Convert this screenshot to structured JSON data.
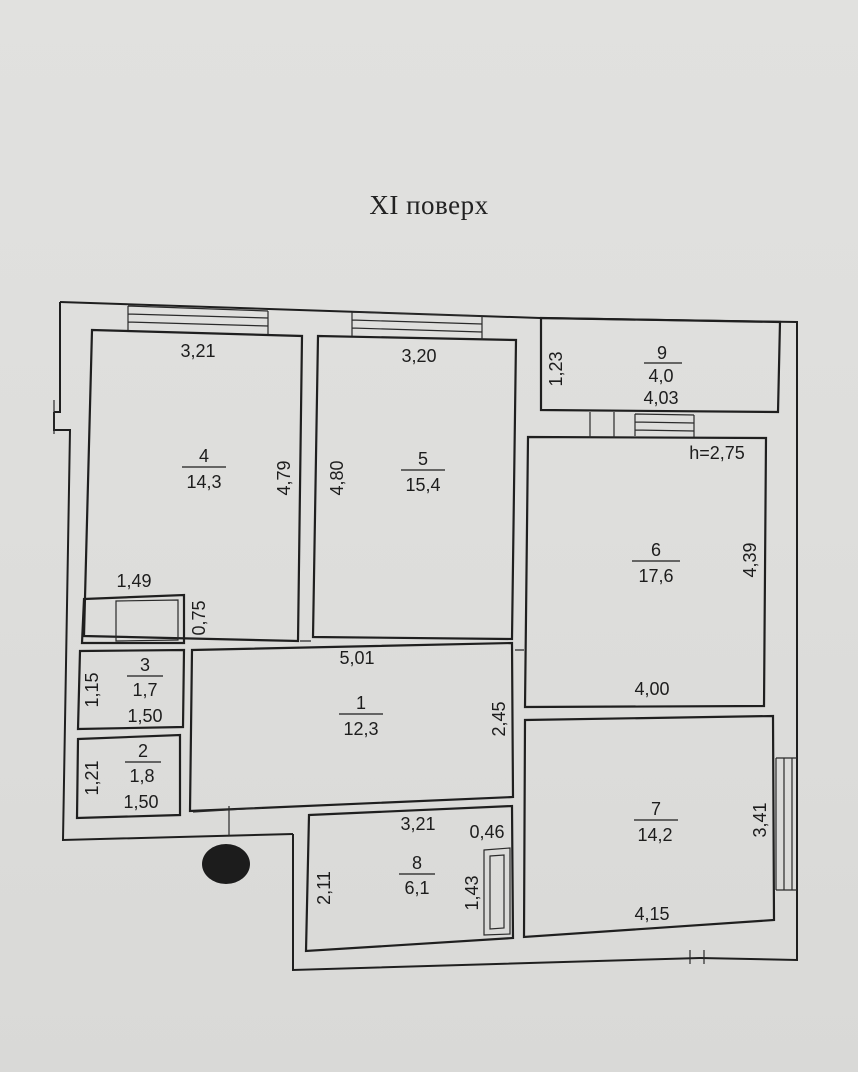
{
  "title": "XI поверх",
  "rooms": [
    {
      "id": "1",
      "area": "12,3",
      "dim_w": "5,01",
      "dim_h": "2,45"
    },
    {
      "id": "2",
      "area": "1,8",
      "dim_w": "1,50",
      "dim_h": "1,21"
    },
    {
      "id": "3",
      "area": "1,7",
      "dim_w": "1,50",
      "dim_h": "1,15"
    },
    {
      "id": "4",
      "area": "14,3",
      "dim_w": "3,21",
      "dim_h": "4,79"
    },
    {
      "id": "5",
      "area": "15,4",
      "dim_w": "3,20",
      "dim_h": "4,80"
    },
    {
      "id": "6",
      "area": "17,6",
      "dim_w": "4,00",
      "dim_h": "4,39"
    },
    {
      "id": "7",
      "area": "14,2",
      "dim_w": "4,15",
      "dim_h": "3,41"
    },
    {
      "id": "8",
      "area": "6,1",
      "dim_w": "3,21",
      "dim_h": "2,11"
    },
    {
      "id": "9",
      "area": "4,0",
      "dim_w": "4,03",
      "dim_h": "1,23"
    }
  ],
  "extra_dims": {
    "closet_w": "1,49",
    "closet_h": "0,75",
    "shaft_w": "0,46",
    "shaft_h": "1,43"
  },
  "ceiling_height": "h=2,75"
}
